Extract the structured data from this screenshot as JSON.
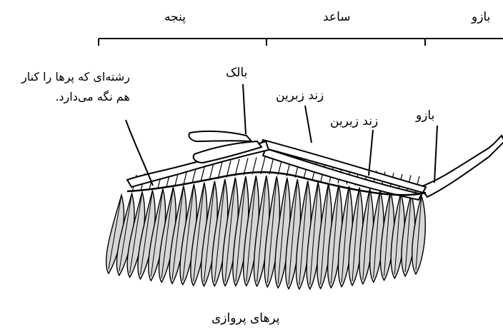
{
  "top_segments": {
    "hand": "پنجه",
    "forearm": "ساعد",
    "upper_arm": "بازو"
  },
  "labels": {
    "tendon_note_line1": "رشته‌ای که پرها را کنار",
    "tendon_note_line2": "هم نگه می‌دارد.",
    "alula": "بالک",
    "ulna": "زند زبرین",
    "radius": "زند زیرین",
    "humerus": "بازو"
  },
  "caption": "پرهای پروازی",
  "colors": {
    "ink": "#000000",
    "feather_fill": "#d6d6d6",
    "bone_fill": "#ffffff"
  }
}
